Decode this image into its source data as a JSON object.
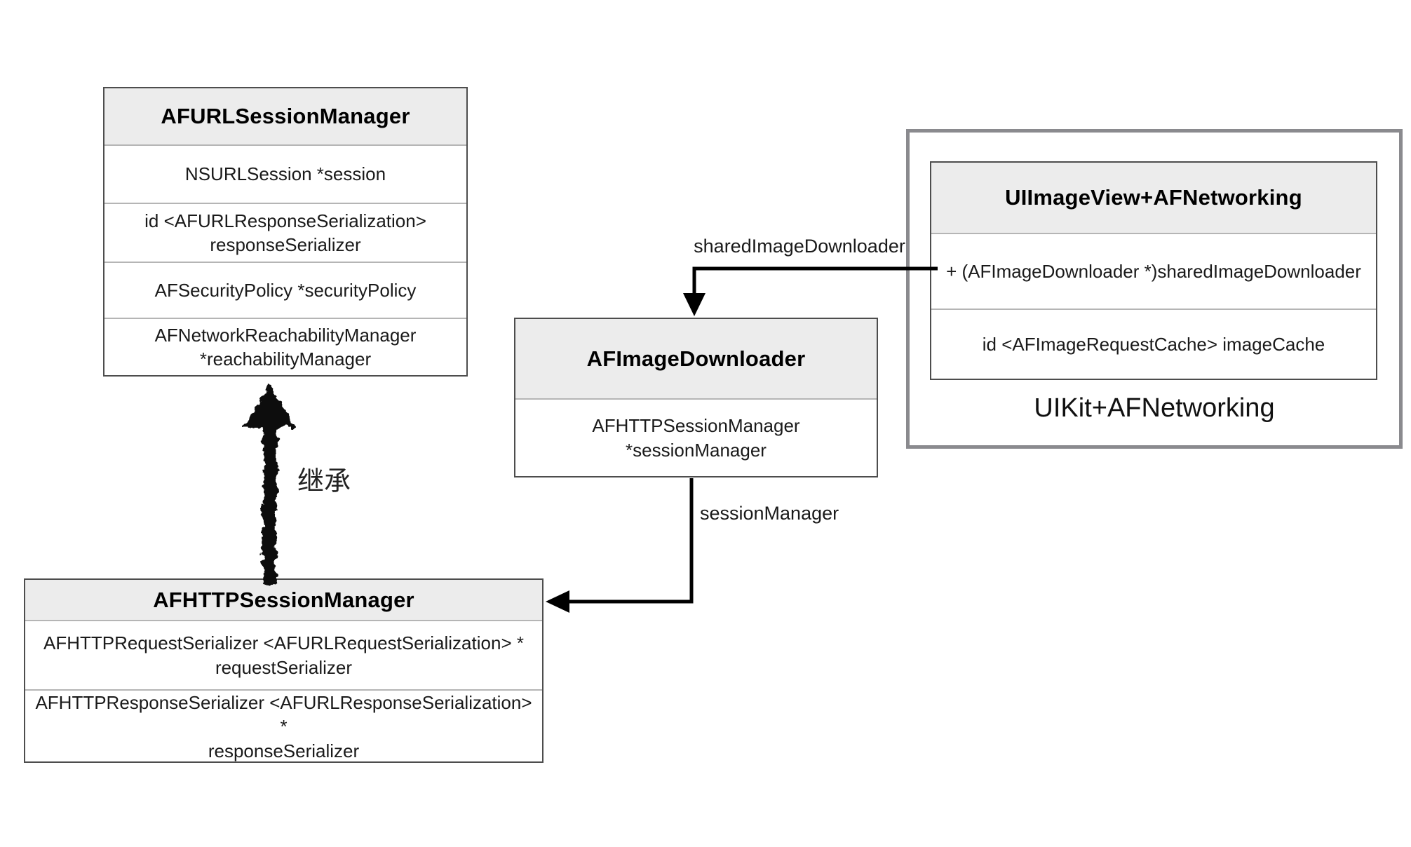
{
  "classes": {
    "afurl_session_manager": {
      "title": "AFURLSessionManager",
      "fields": [
        "NSURLSession *session",
        "id <AFURLResponseSerialization>\nresponseSerializer",
        "AFSecurityPolicy *securityPolicy",
        "AFNetworkReachabilityManager\n*reachabilityManager"
      ]
    },
    "af_image_downloader": {
      "title": "AFImageDownloader",
      "fields": [
        "AFHTTPSessionManager\n*sessionManager"
      ]
    },
    "ui_image_view_af_networking": {
      "title": "UIImageView+AFNetworking",
      "fields": [
        "+ (AFImageDownloader *)sharedImageDownloader",
        "id <AFImageRequestCache> imageCache"
      ]
    },
    "af_http_session_manager": {
      "title": "AFHTTPSessionManager",
      "fields": [
        "AFHTTPRequestSerializer <AFURLRequestSerialization> *\nrequestSerializer",
        "AFHTTPResponseSerializer <AFURLResponseSerialization> *\nresponseSerializer"
      ]
    }
  },
  "container": {
    "label": "UIKit+AFNetworking"
  },
  "edge_labels": {
    "shared_image_downloader": "sharedImageDownloader",
    "session_manager": "sessionManager",
    "inheritance": "继承"
  },
  "colors": {
    "background": "#ffffff",
    "header_fill": "#ececec",
    "class_border": "#4d4d4d",
    "row_divider": "#b5b5b5",
    "container_border": "#8a8a8e",
    "arrow": "#000000",
    "field_text": "#1a1a1a",
    "title_text": "#000000"
  }
}
